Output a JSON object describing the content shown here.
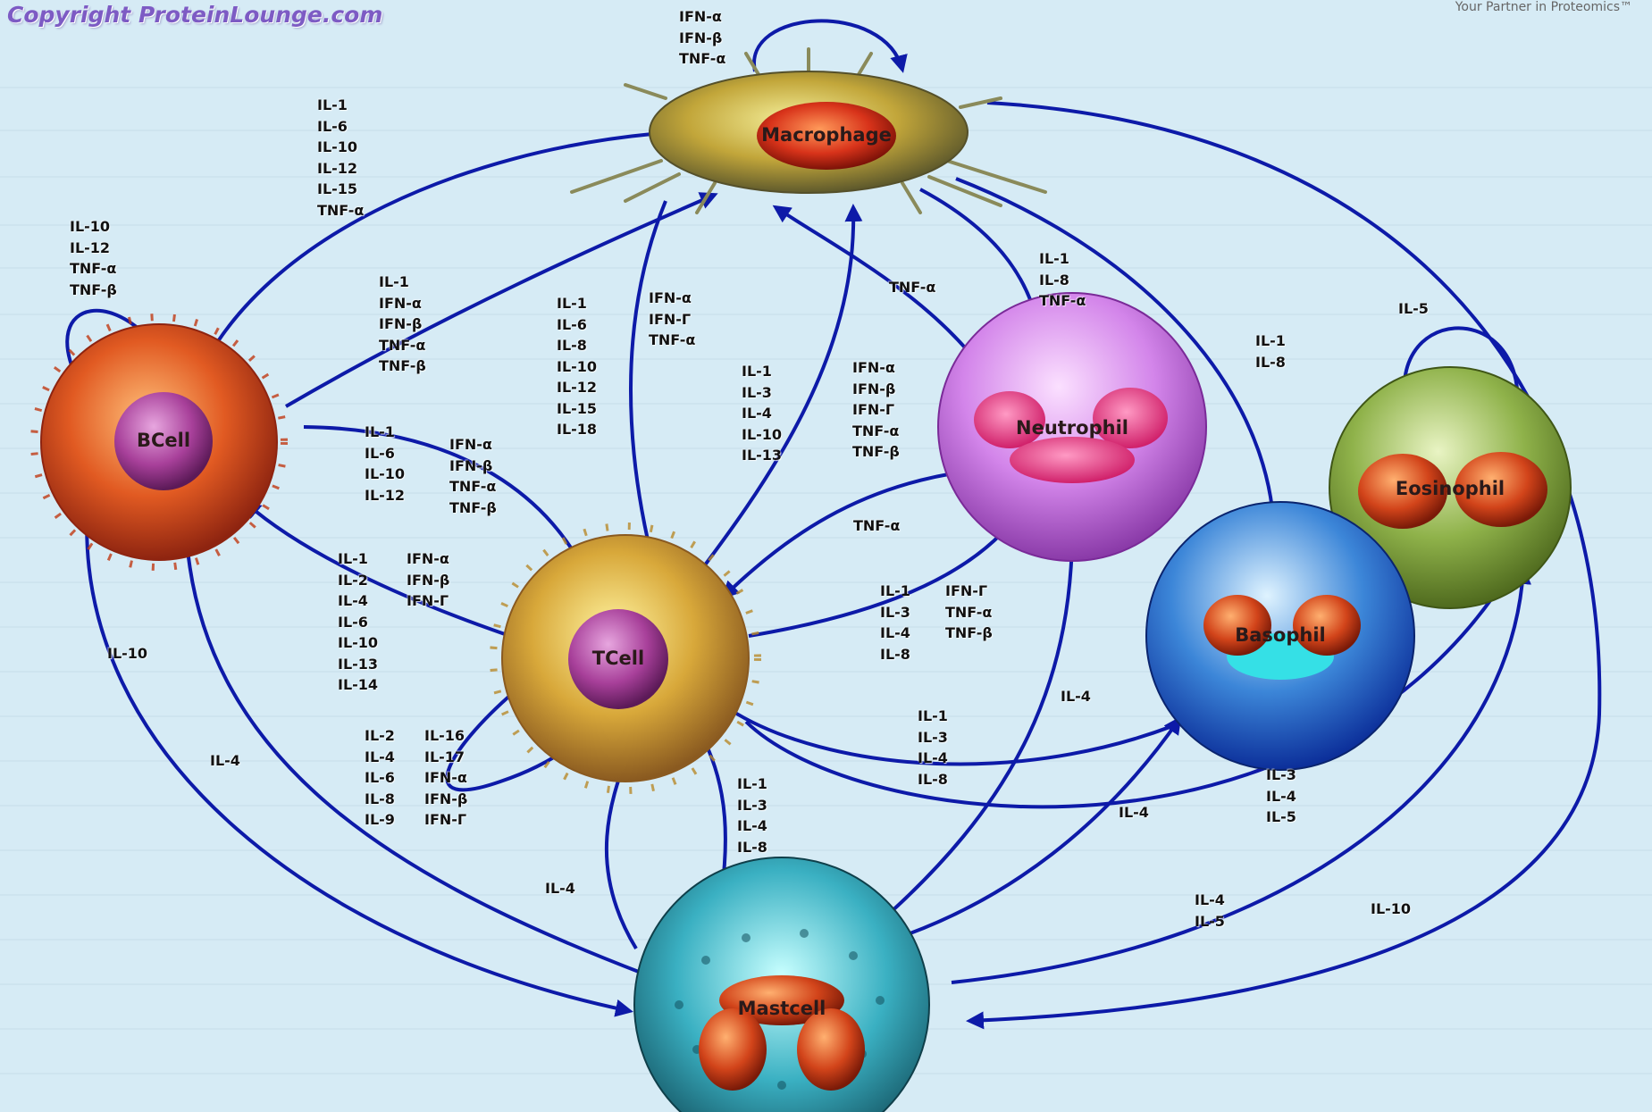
{
  "header": {
    "copyright": "Copyright ProteinLounge.com",
    "tagline": "Your Partner in Proteomics™"
  },
  "colors": {
    "background": "#d6ebf5",
    "arrow": "#0d1aa8",
    "copyright": "#7d5bc4"
  },
  "cells": {
    "macrophage": {
      "name": "Macrophage"
    },
    "bcell": {
      "name": "BCell"
    },
    "tcell": {
      "name": "TCell"
    },
    "neutrophil": {
      "name": "Neutrophil"
    },
    "eosinophil": {
      "name": "Eosinophil"
    },
    "basophil": {
      "name": "Basophil"
    },
    "mastcell": {
      "name": "Mastcell"
    }
  },
  "labels": {
    "mac_self": "IFN-α\nIFN-β\nTNF-α",
    "mac_to_bcell": "IL-1\nIL-6\nIL-10\nIL-12\nIL-15\nTNF-α",
    "bcell_self": "IL-10\nIL-12\nTNF-α\nTNF-β",
    "bcell_to_mac": "IL-1\nIFN-α\nIFN-β\nTNF-α\nTNF-β",
    "mac_to_tcell_a": "IL-1\nIL-6\nIL-8\nIL-10\nIL-12\nIL-15\nIL-18",
    "mac_to_tcell_b": "IFN-α\nIFN-Γ\nTNF-α",
    "tcell_to_mac_a": "IL-1\nIL-3\nIL-4\nIL-10\nIL-13",
    "tcell_to_mac_b": "IFN-α\nIFN-β\nIFN-Γ\nTNF-α\nTNF-β",
    "neutro_to_mac": "TNF-α",
    "mac_to_neutro": "IL-1\nIL-8\nTNF-α",
    "mac_to_baso": "IL-1\nIL-8",
    "eos_self": "IL-5",
    "bcell_to_tcell_a": "IL-1\nIL-6\nIL-10\nIL-12",
    "bcell_to_tcell_b": "IFN-α\nIFN-β\nTNF-α\nTNF-β",
    "tcell_to_bcell_a": "IL-1\nIL-2\nIL-4\nIL-6\nIL-10\nIL-13\nIL-14",
    "tcell_to_bcell_b": "IFN-α\nIFN-β\nIFN-Γ",
    "neutro_to_tcell": "TNF-α",
    "tcell_to_neutro_a": "IL-1\nIL-3\nIL-4\nIL-8",
    "tcell_to_neutro_b": "IFN-Γ\nTNF-α\nTNF-β",
    "bcell_to_mast": "IL-10",
    "mast_to_bcell": "IL-4",
    "tcell_self_a": "IL-2\nIL-4\nIL-6\nIL-8\nIL-9",
    "tcell_self_b": "IL-16\nIL-17\nIFN-α\nIFN-β\nIFN-Γ",
    "tcell_to_mast": "IL-1\nIL-3\nIL-4\nIL-8",
    "mast_to_tcell": "IL-4",
    "tcell_to_baso": "IL-1\nIL-3\nIL-4\nIL-8",
    "mast_to_neutro": "IL-4",
    "mast_to_baso": "IL-4",
    "tcell_to_eos": "IL-3\nIL-4\nIL-5",
    "mast_to_eos": "IL-4\nIL-5",
    "mac_to_mast": "IL-10"
  }
}
